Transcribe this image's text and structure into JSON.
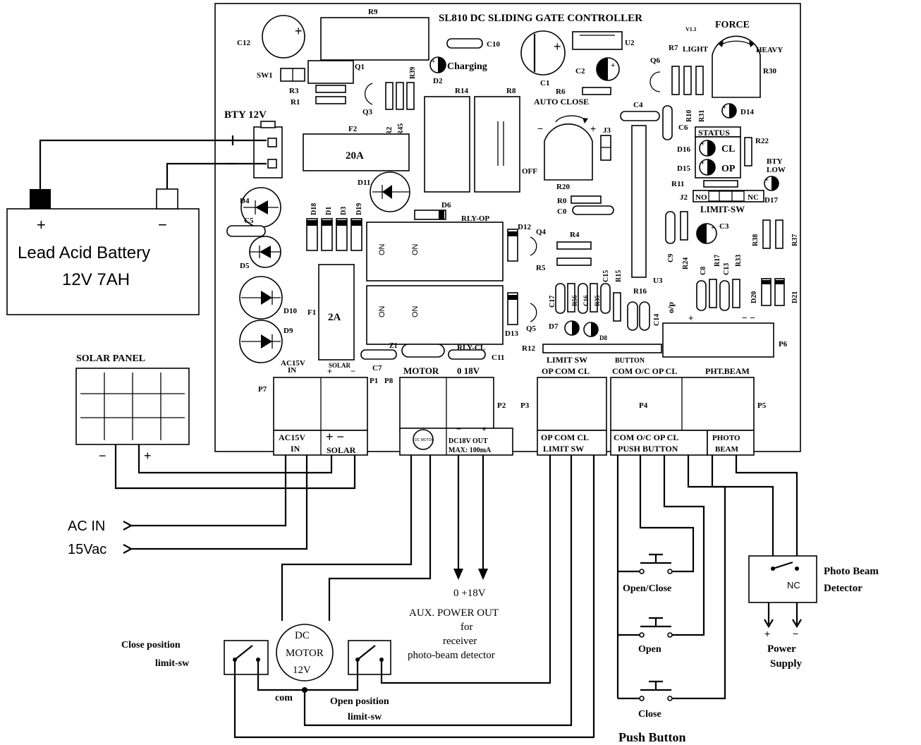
{
  "board": {
    "title": "SL810 DC SLIDING GATE CONTROLLER",
    "version": "V1.1",
    "components": {
      "c12": "C12",
      "r9": "R9",
      "c10": "C10",
      "u2": "U2",
      "c1": "C1",
      "c2": "C2",
      "q1": "Q1",
      "sw1": "SW1",
      "r3": "R3",
      "r1": "R1",
      "q3": "Q3",
      "r2": "R2",
      "r45": "R45",
      "r39": "R39",
      "d2": "D2",
      "r14": "R14",
      "r8": "R8",
      "r6": "R6",
      "q6": "Q6",
      "r7": "R7",
      "r30": "R30",
      "r10": "R10",
      "r31": "R31",
      "d14": "D14",
      "c4": "C4",
      "c6": "C6",
      "j3": "J3",
      "r20": "R20",
      "f2": "F2",
      "d11": "D11",
      "d6": "D6",
      "d4": "D4",
      "d18": "D18",
      "d1": "D1",
      "d3": "D3",
      "d19": "D19",
      "c5": "C5",
      "d5": "D5",
      "d10": "D10",
      "d9": "D9",
      "f1": "F1",
      "z1": "Z1",
      "c7": "C7",
      "c11": "C11",
      "d12": "D12",
      "q4": "Q4",
      "r4": "R4",
      "r5": "R5",
      "r0": "R0",
      "c0": "C0",
      "d13": "D13",
      "q5": "Q5",
      "d7": "D7",
      "d8": "D8",
      "c17": "C17",
      "r56": "R56",
      "c16": "C16",
      "r35": "R35",
      "c15": "C15",
      "r15": "R15",
      "r16": "R16",
      "c14": "C14",
      "u3": "U3",
      "r12": "R12",
      "d16": "D16",
      "d15": "D15",
      "r22": "R22",
      "d17": "D17",
      "r11": "R11",
      "j2": "J2",
      "c9": "C9",
      "r24": "R24",
      "c3": "C3",
      "r17": "R17",
      "r33": "R33",
      "c8": "C8",
      "c13": "C13",
      "r38": "R38",
      "r37": "R37",
      "d20": "D20",
      "d21": "D21",
      "p6": "P6",
      "p1": "P1",
      "p8": "P8",
      "p2": "P2",
      "p3": "P3",
      "p4": "P4",
      "p5": "P5",
      "p7": "P7"
    },
    "labels": {
      "charging": "Charging",
      "force": "FORCE",
      "light": "LIGHT",
      "heavy": "HEAVY",
      "auto_close": "AUTO CLOSE",
      "off": "OFF",
      "status": "STATUS",
      "cl": "CL",
      "op": "OP",
      "bty_low_1": "BTY",
      "bty_low_2": "LOW",
      "limit_sw": "LIMIT-SW",
      "no": "NO",
      "nc": "NC",
      "f2_value": "20A",
      "f1_value": "2A",
      "rly_op": "RLY-OP",
      "rly_cl": "RLY-CL",
      "relay_on": "ON",
      "bty_12v": "BTY 12V",
      "ac15v_top_1": "AC15V",
      "ac15v_top_2": "IN",
      "solar_top": "SOLAR",
      "motor_top": "MOTOR",
      "out_0_18v": "0 18V",
      "limit_sw_top_1": "LIMIT SW",
      "limit_sw_top_2": "OP COM CL",
      "button_top": "BUTTON",
      "button_top_2": "COM O/C OP CL",
      "pht_beam": "PHT.BEAM",
      "o_p": "o/p",
      "term_ac15v_1": "AC15V",
      "term_ac15v_2": "IN",
      "term_solar": "SOLAR",
      "term_plus_minus": "+ −",
      "term_dc_motor": "DC MOTOR",
      "term_dc18v_1": "DC18V OUT",
      "term_dc18v_2": "MAX: 100mA",
      "term_limit_1": "OP COM CL",
      "term_limit_2": "LIMIT SW",
      "term_push_1": "COM O/C OP CL",
      "term_push_2": "PUSH BUTTON",
      "term_photo_1": "PHOTO",
      "term_photo_2": "BEAM"
    }
  },
  "external": {
    "battery_1": "Lead Acid Battery",
    "battery_2": "12V 7AH",
    "solar_panel": "SOLAR PANEL",
    "ac_in": "AC IN",
    "ac_15vac": "15Vac",
    "aux_voltage": "0 +18V",
    "aux_1": "AUX. POWER OUT",
    "aux_2": "for",
    "aux_3": "receiver",
    "aux_4": "photo-beam detector",
    "motor_1": "DC",
    "motor_2": "MOTOR",
    "motor_3": "12V",
    "close_limit_1": "Close position",
    "close_limit_2": "limit-sw",
    "open_limit_1": "Open position",
    "open_limit_2": "limit-sw",
    "com": "com",
    "btn_open_close": "Open/Close",
    "btn_open": "Open",
    "btn_close": "Close",
    "push_button": "Push Button",
    "photo_beam_1": "Photo Beam",
    "photo_beam_2": "Detector",
    "nc": "NC",
    "power_supply_1": "Power",
    "power_supply_2": "Supply"
  }
}
